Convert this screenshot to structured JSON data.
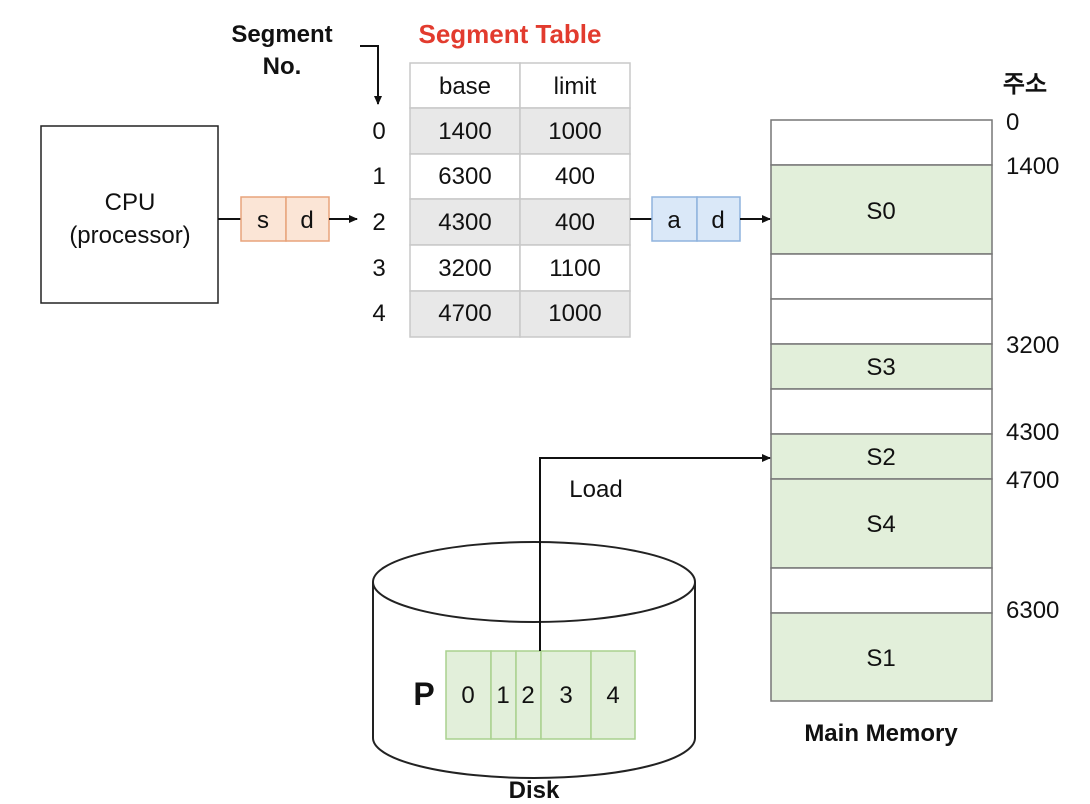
{
  "segment_no_label": {
    "line1": "Segment",
    "line2": "No."
  },
  "segment_table": {
    "title": "Segment Table",
    "headers": [
      "base",
      "limit"
    ],
    "rows": [
      {
        "index": "0",
        "base": "1400",
        "limit": "1000"
      },
      {
        "index": "1",
        "base": "6300",
        "limit": "400"
      },
      {
        "index": "2",
        "base": "4300",
        "limit": "400"
      },
      {
        "index": "3",
        "base": "3200",
        "limit": "1100"
      },
      {
        "index": "4",
        "base": "4700",
        "limit": "1000"
      }
    ]
  },
  "cpu": {
    "line1": "CPU",
    "line2": "(processor)"
  },
  "logical_address": {
    "s": "s",
    "d": "d"
  },
  "physical_address": {
    "a": "a",
    "d": "d"
  },
  "address_header": "주소",
  "memory": {
    "label": "Main Memory",
    "addresses": [
      "0",
      "1400",
      "3200",
      "4300",
      "4700",
      "6300"
    ],
    "segments": [
      "S0",
      "S3",
      "S2",
      "S4",
      "S1"
    ]
  },
  "load_label": "Load",
  "disk": {
    "label": "Disk",
    "process": "P",
    "cells": [
      "0",
      "1",
      "2",
      "3",
      "4"
    ]
  },
  "colors": {
    "title_red": "#e23b2e",
    "table_shade": "#e8e8e8",
    "sd_fill": "#fbe5d6",
    "sd_stroke": "#e8a37b",
    "ad_fill": "#dae8f8",
    "ad_stroke": "#8fb3de",
    "segment_fill": "#e2efda",
    "segment_stroke": "#a9d18e"
  }
}
